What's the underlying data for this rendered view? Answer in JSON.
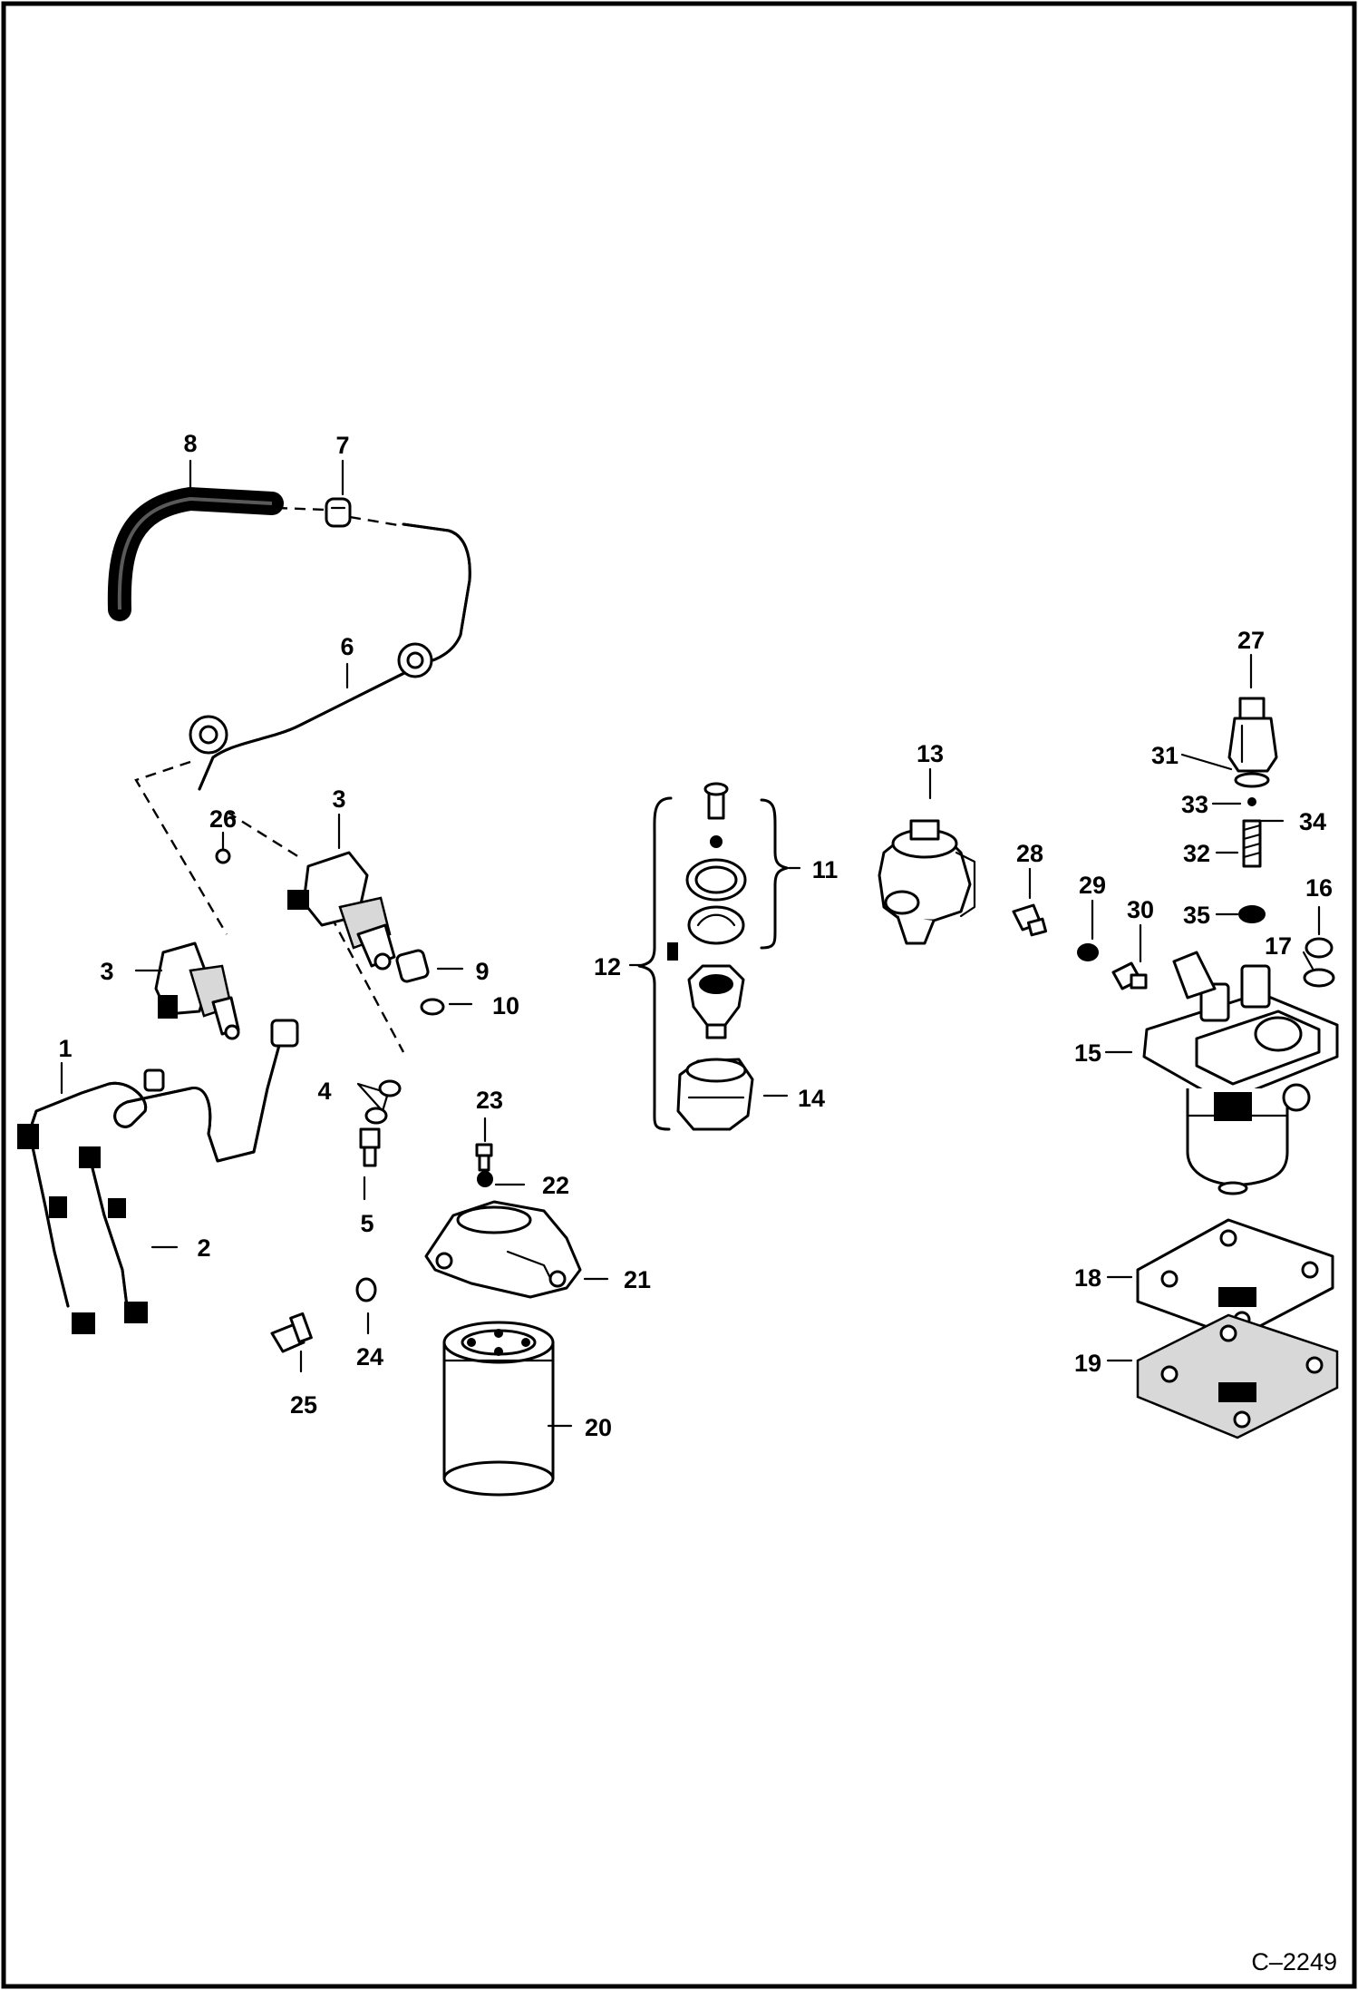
{
  "drawing_number": "C–2249",
  "callouts": [
    {
      "id": "c1",
      "text": "1"
    },
    {
      "id": "c2",
      "text": "2"
    },
    {
      "id": "c3a",
      "text": "3"
    },
    {
      "id": "c3b",
      "text": "3"
    },
    {
      "id": "c4",
      "text": "4"
    },
    {
      "id": "c5",
      "text": "5"
    },
    {
      "id": "c6",
      "text": "6"
    },
    {
      "id": "c7",
      "text": "7"
    },
    {
      "id": "c8",
      "text": "8"
    },
    {
      "id": "c9",
      "text": "9"
    },
    {
      "id": "c10",
      "text": "10"
    },
    {
      "id": "c11",
      "text": "11"
    },
    {
      "id": "c12",
      "text": "12"
    },
    {
      "id": "c13",
      "text": "13"
    },
    {
      "id": "c14",
      "text": "14"
    },
    {
      "id": "c15",
      "text": "15"
    },
    {
      "id": "c16",
      "text": "16"
    },
    {
      "id": "c17",
      "text": "17"
    },
    {
      "id": "c18",
      "text": "18"
    },
    {
      "id": "c19",
      "text": "19"
    },
    {
      "id": "c20",
      "text": "20"
    },
    {
      "id": "c21",
      "text": "21"
    },
    {
      "id": "c22",
      "text": "22"
    },
    {
      "id": "c23",
      "text": "23"
    },
    {
      "id": "c24",
      "text": "24"
    },
    {
      "id": "c25",
      "text": "25"
    },
    {
      "id": "c26",
      "text": "26"
    },
    {
      "id": "c27",
      "text": "27"
    },
    {
      "id": "c28",
      "text": "28"
    },
    {
      "id": "c29",
      "text": "29"
    },
    {
      "id": "c30",
      "text": "30"
    },
    {
      "id": "c31",
      "text": "31"
    },
    {
      "id": "c32",
      "text": "32"
    },
    {
      "id": "c33",
      "text": "33"
    },
    {
      "id": "c34",
      "text": "34"
    },
    {
      "id": "c35",
      "text": "35"
    }
  ]
}
